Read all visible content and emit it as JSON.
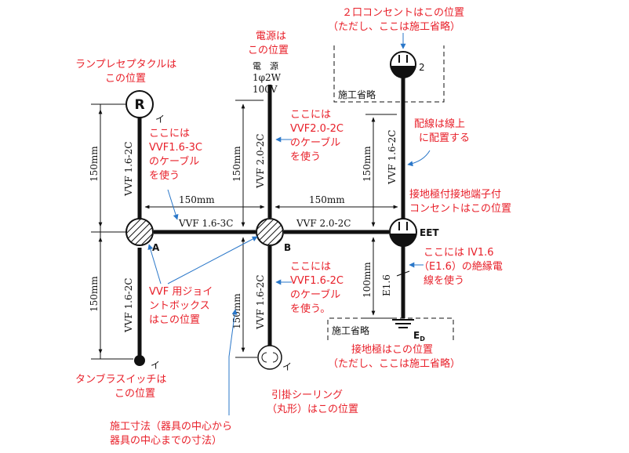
{
  "colors": {
    "annotation": "#e8202a",
    "leader": "#2a77c9",
    "wire": "#111111"
  },
  "symbols": {
    "lamp_receptacle": "R",
    "i_mark": "イ",
    "junction_a": "A",
    "junction_b": "B",
    "outlet_count": "2",
    "eet": "EET",
    "ground": "E",
    "ground_sub": "D",
    "power_title": "電　源",
    "power_phase": "1φ2W",
    "power_volt": "100V"
  },
  "labels": {
    "cable_r": "VVF 1.6-2C",
    "cable_power": "VVF 2.0-2C",
    "cable_outlet": "VVF 1.6-2C",
    "cable_switch": "VVF 1.6-2C",
    "cable_ceiling": "VVF 1.6-2C",
    "cable_ab": "VVF 1.6-3C",
    "cable_b_eet": "VVF 2.0-2C",
    "e16": "E1.6",
    "omit1": "施工省略",
    "omit2": "施工省略"
  },
  "dims": {
    "left_top": "150mm",
    "left_bottom": "150mm",
    "mid": "150mm",
    "right": "150mm",
    "top_ab": "150mm",
    "top_b_eet": "150mm",
    "ground": "100mm",
    "ceiling": "150mm"
  },
  "notes": {
    "lamp": [
      "ランプレセプタクルは",
      "この位置"
    ],
    "power": [
      "電源は",
      "この位置"
    ],
    "outlet2": [
      "２口コンセントはこの位置",
      "（ただし、ここは施工省略）"
    ],
    "cable16_3c": [
      "ここには",
      "VVF1.6-3C",
      "のケーブル",
      "を使う"
    ],
    "cable20_2c": [
      "ここには",
      "VVF2.0-2C",
      "のケーブル",
      "を使う"
    ],
    "wiring": [
      "配線は線上",
      "に配置する"
    ],
    "eet_note": [
      "接地極付接地端子付",
      "コンセントはこの位置"
    ],
    "iv_note": [
      "ここには IV1.6",
      "（E1.6）の絶縁電",
      "線を使う"
    ],
    "joint_box": [
      "VVF 用ジョイ",
      "ントボックス",
      "はこの位置"
    ],
    "cable16_2c": [
      "ここには",
      "VVF1.6-2C",
      "のケーブル",
      "を使う。"
    ],
    "ground_note": [
      "接地極はこの位置",
      "（ただし、ここは施工省略）"
    ],
    "switch": [
      "タンブラスイッチは",
      "この位置"
    ],
    "ceiling": [
      "引掛シーリング",
      "（丸形）はこの位置"
    ],
    "dimension": [
      "施工寸法（器具の中心から",
      "器具の中心までの寸法）"
    ]
  }
}
